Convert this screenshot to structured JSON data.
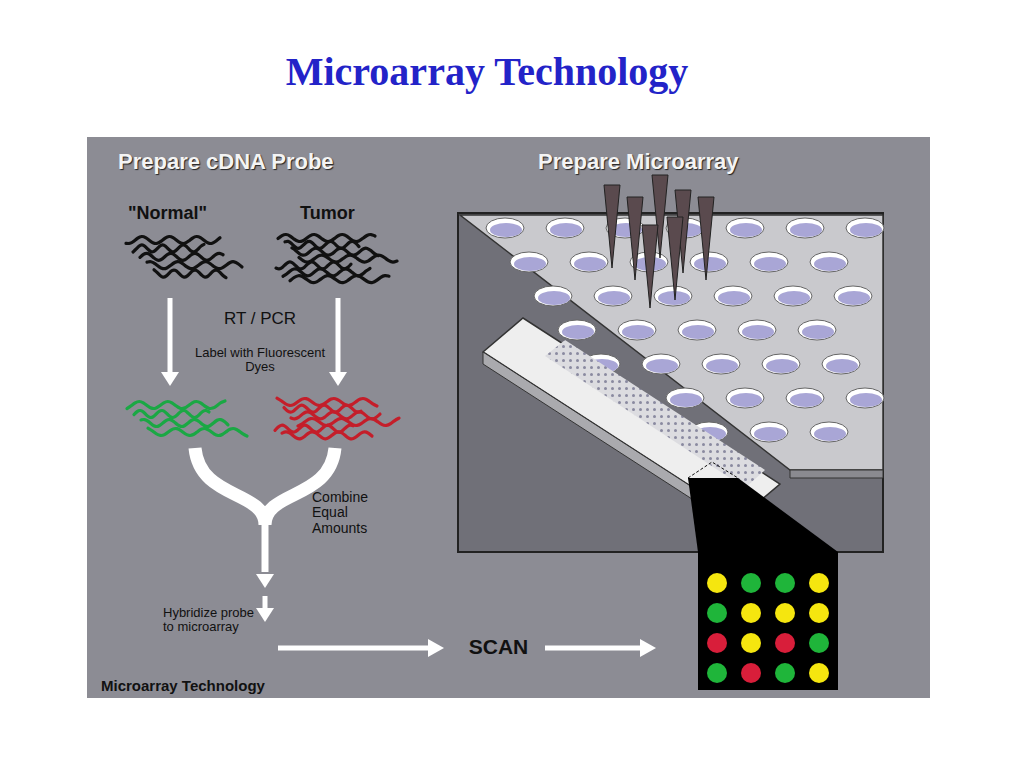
{
  "diagram": {
    "title": "Microarray Technology",
    "nodes": [
      {
        "text": [
          "Microarray Technology"
        ]
      }
    ],
    "labels": [
      "Prepare cDNA Probe",
      "\"Normal\"",
      "Tumor",
      "RT / PCR",
      "Label with Fluorescent Dyes",
      "Combine Equal Amounts",
      "Hybridize probe to microarray",
      "SCAN",
      "Prepare Microarray"
    ]
  }
}
